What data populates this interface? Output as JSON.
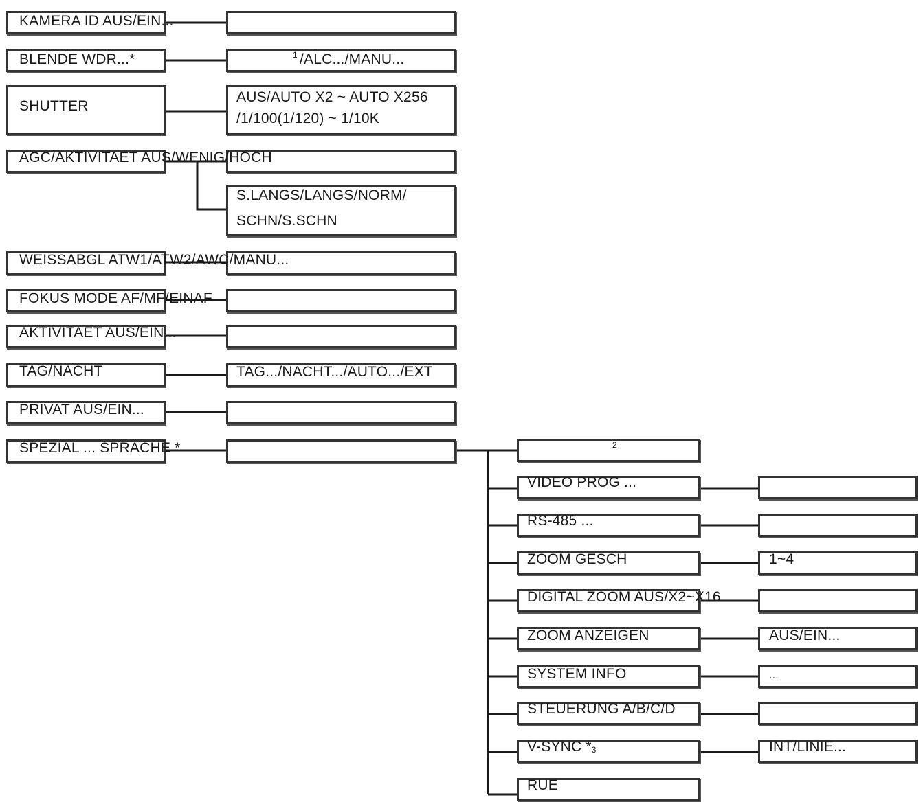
{
  "menu_left": [
    {
      "label": "KAMERA ID AUS/EIN...",
      "option": ""
    },
    {
      "label": "BLENDE WDR...*",
      "option": "/ALC.../MANU...",
      "footnote": "1"
    },
    {
      "label": "SHUTTER",
      "option_line1": "AUS/AUTO X2 ~ AUTO X256",
      "option_line2": "/1/100(1/120) ~ 1/10K"
    },
    {
      "label": "AGC/AKTIVITAET AUS/WENIG/HOCH",
      "option": "",
      "sub_option_line1": "S.LANGS/LANGS/NORM/",
      "sub_option_line2": "SCHN/S.SCHN"
    },
    {
      "label": "WEISSABGL ATW1/ATW2/AWC/MANU...",
      "option": ""
    },
    {
      "label": "FOKUS MODE AF/MF/EINAF",
      "option": ""
    },
    {
      "label": "AKTIVITAET AUS/EIN...",
      "option": ""
    },
    {
      "label": "TAG/NACHT",
      "option": "TAG.../NACHT.../AUTO.../EXT"
    },
    {
      "label": "PRIVAT AUS/EIN...",
      "option": ""
    },
    {
      "label": "SPEZIAL ... SPRACHE *",
      "option": ""
    }
  ],
  "special_menu": [
    {
      "label": "",
      "footnote": "2",
      "option": null
    },
    {
      "label": "VIDEO PROG ...",
      "option": ""
    },
    {
      "label": "RS-485 ...",
      "option": ""
    },
    {
      "label": "ZOOM GESCH",
      "option": "1~4"
    },
    {
      "label": "DIGITAL ZOOM AUS/X2~X16",
      "option": ""
    },
    {
      "label": "ZOOM ANZEIGEN",
      "option": "AUS/EIN..."
    },
    {
      "label": "SYSTEM INFO",
      "option": "..."
    },
    {
      "label": "STEUERUNG A/B/C/D",
      "option": ""
    },
    {
      "label": "V-SYNC *",
      "footnote": "3",
      "option": "INT/LINIE..."
    },
    {
      "label": "RUE",
      "option": null
    }
  ],
  "colors": {
    "line": "#1a1a1a",
    "border": "#333333",
    "background": "#ffffff"
  }
}
